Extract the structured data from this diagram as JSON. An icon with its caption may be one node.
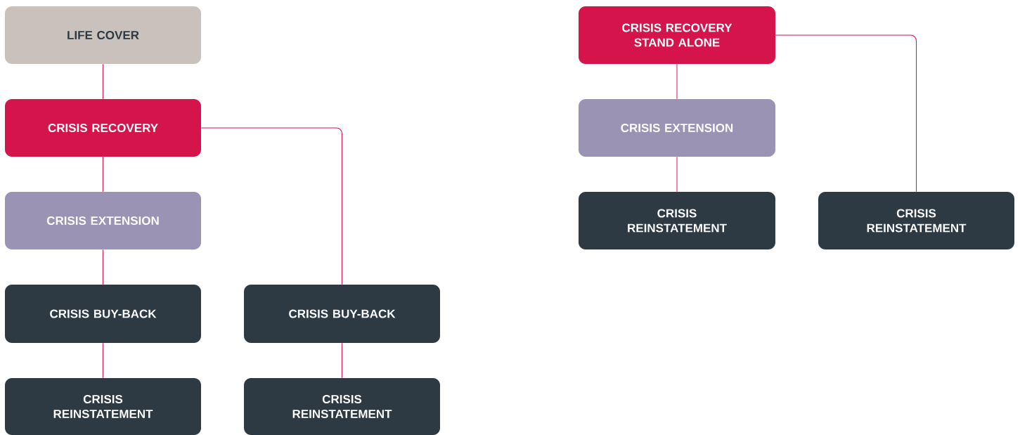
{
  "diagram": {
    "nodes": [
      {
        "text": [
          "LIFE COVER"
        ]
      },
      {
        "text": [
          "CRISIS RECOVERY"
        ]
      },
      {
        "text": [
          "CRISIS EXTENSION"
        ]
      },
      {
        "text": [
          "CRISIS BUY-BACK"
        ]
      },
      {
        "text": [
          "CRISIS BUY-BACK"
        ]
      },
      {
        "text": [
          "CRISIS REINSTATEMENT"
        ]
      },
      {
        "text": [
          "CRISIS REINSTATEMENT"
        ]
      },
      {
        "text": [
          "CRISIS RECOVERY STAND ALONE"
        ]
      },
      {
        "text": [
          "CRISIS EXTENSION"
        ]
      },
      {
        "text": [
          "CRISIS REINSTATEMENT"
        ]
      },
      {
        "text": [
          "CRISIS REINSTATEMENT"
        ]
      }
    ],
    "edges": [
      {
        "from": 0,
        "to": 1,
        "arrow": "none"
      },
      {
        "from": 1,
        "to": 2,
        "arrow": "none"
      },
      {
        "from": 2,
        "to": 3,
        "arrow": "none"
      },
      {
        "from": 1,
        "to": 4,
        "arrow": "none"
      },
      {
        "from": 3,
        "to": 5,
        "arrow": "none"
      },
      {
        "from": 4,
        "to": 6,
        "arrow": "none"
      },
      {
        "from": 7,
        "to": 8,
        "arrow": "none"
      },
      {
        "from": 8,
        "to": 9,
        "arrow": "none"
      },
      {
        "from": 7,
        "to": 10,
        "arrow": "none"
      }
    ]
  }
}
